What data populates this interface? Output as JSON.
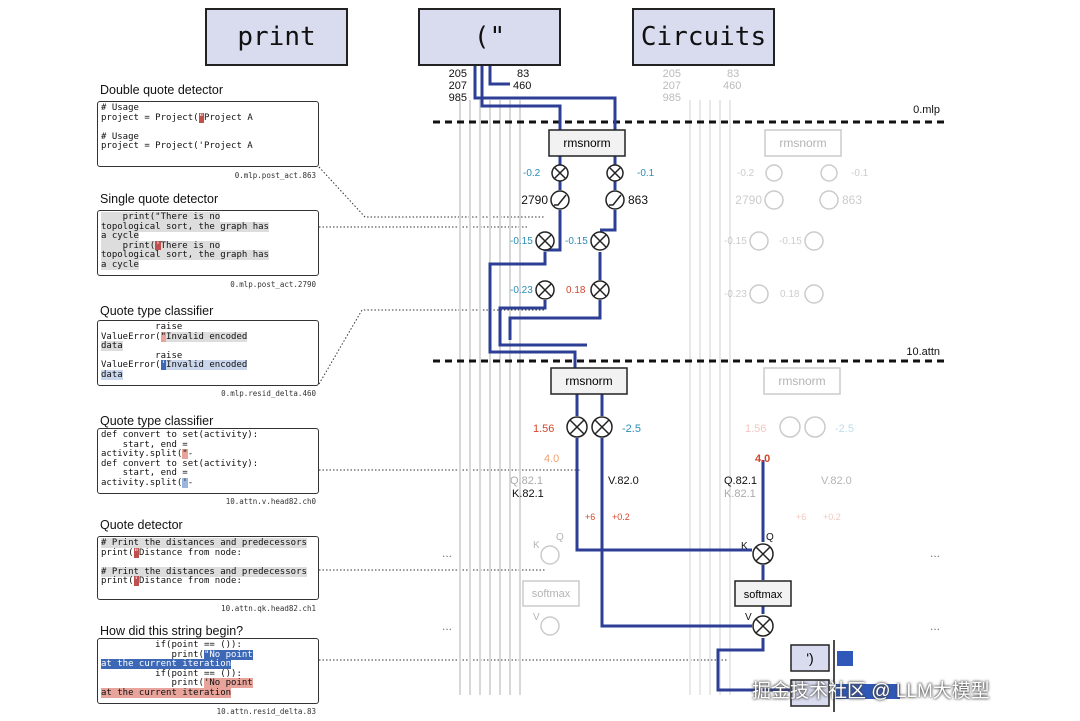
{
  "tokens": {
    "t1": "print",
    "t2": "(\"",
    "t3": "Circuits"
  },
  "input_ids": {
    "left": [
      "205",
      "207",
      "985"
    ],
    "right": [
      "83",
      "460"
    ]
  },
  "layers": {
    "l0": "0.mlp",
    "l10": "10.attn"
  },
  "nodes": {
    "rmsnorm": "rmsnorm",
    "softmax": "softmax",
    "k": "K",
    "q": "Q",
    "v": "V"
  },
  "weights": {
    "mlp_left_in": "-0.2",
    "mlp_right_in": "-0.1",
    "act_left": "2790",
    "act_right": "863",
    "mid_left": "-0.15",
    "mid_center": "-0.15",
    "low_left": "-0.23",
    "low_center": "0.18",
    "attn_left": "1.56",
    "attn_right": "-2.5",
    "attn_val": "4.0",
    "q_label": "Q.82.1",
    "k_label": "K.82.1",
    "v_label": "V.82.0",
    "plus6": "+6",
    "plus02": "+0.2"
  },
  "features": [
    {
      "title": "Double quote detector",
      "id": "0.mlp.post_act.863"
    },
    {
      "title": "Single quote detector",
      "id": "0.mlp.post_act.2790"
    },
    {
      "title": "Quote type classifier",
      "id": "0.mlp.resid_delta.460"
    },
    {
      "title": "Quote type classifier",
      "id": "10.attn.v.head82.ch0"
    },
    {
      "title": "Quote detector",
      "id": "10.attn.qk.head82.ch1"
    },
    {
      "title": "How did this string begin?",
      "id": "10.attn.resid_delta.83"
    }
  ],
  "output": {
    "token": "')"
  },
  "watermark": "掘金技术社区 @ LLM大模型"
}
